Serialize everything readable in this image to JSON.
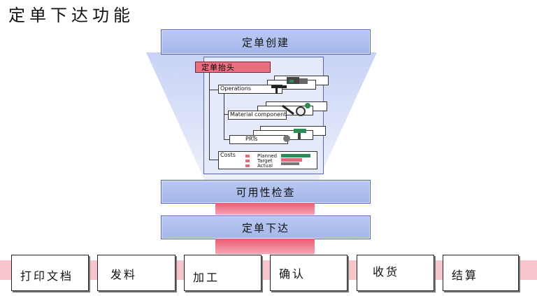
{
  "title": "定单下达功能",
  "stages": [
    "定单创建",
    "可用性检查",
    "定单下达"
  ],
  "steps": [
    "打印文档",
    "发料",
    "加工",
    "确认",
    "收货",
    "结算"
  ],
  "order_panel": {
    "header": "定单抬头",
    "items": [
      "Operations",
      "Material components",
      "PRTs",
      "Costs"
    ],
    "costs_legend": [
      "Planned",
      "Target",
      "Actual"
    ]
  }
}
